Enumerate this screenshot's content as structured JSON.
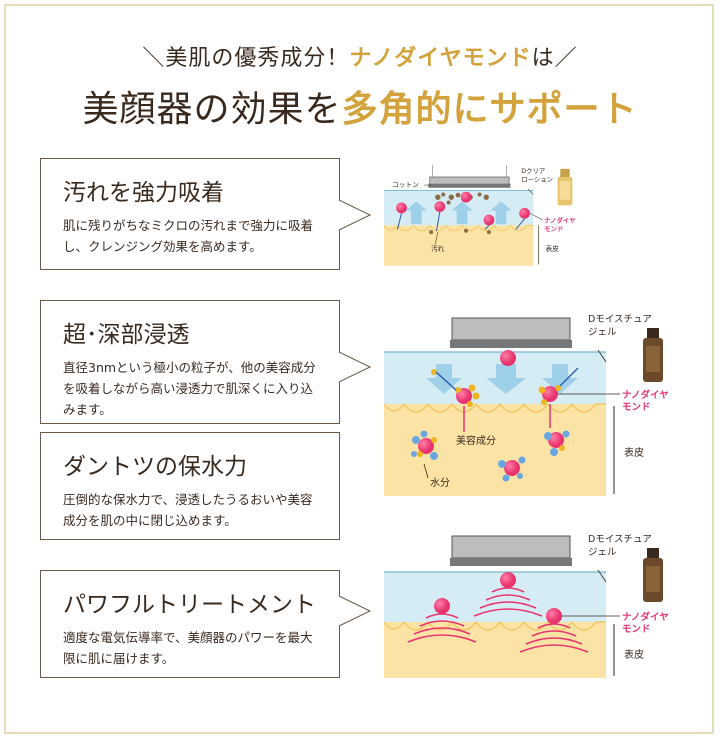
{
  "header": {
    "line1_a": "＼美肌の優秀成分！",
    "line1_b": "ナノダイヤモンド",
    "line1_c": "は／",
    "line2_a": "美顔器の効果を",
    "line2_b": "多角的にサポート"
  },
  "cards": [
    {
      "title": "汚れを強力吸着",
      "text": "肌に残りがちなミクロの汚れまで強力に吸着し、クレンジング効果を高めます。"
    },
    {
      "title": "超･深部浸透",
      "text": "直径3nmという極小の粒子が、他の美容成分を吸着しながら高い浸透力で肌深くに入り込みます。"
    },
    {
      "title": "ダントツの保水力",
      "text": "圧倒的な保水力で、浸透したうるおいや美容成分を肌の中に閉じ込めます。"
    },
    {
      "title": "パワフルトリートメント",
      "text": "適度な電気伝導率で、美顔器のパワーを最大限に肌に届けます。"
    }
  ],
  "panel1": {
    "cotton": "コットン",
    "product": [
      "Dクリア",
      "ローション"
    ],
    "nano": [
      "ナノダイヤ",
      "モンド"
    ],
    "dirt": "汚れ",
    "skin": "表皮"
  },
  "panel2": {
    "product": [
      "Dモイスチュア",
      "ジェル"
    ],
    "nano": [
      "ナノダイヤ",
      "モンド"
    ],
    "beauty": "美容成分",
    "water": "水分",
    "skin": "表皮"
  },
  "panel3": {
    "product": [
      "Dモイスチュア",
      "ジェル"
    ],
    "nano": [
      "ナノダイヤ",
      "モンド"
    ],
    "skin": "表皮"
  },
  "colors": {
    "gold": "#d4a23a",
    "pink": "#e8336f",
    "skin": "#fbe3a6",
    "gel": "#d6ecf4",
    "arrow": "#9fd0ea",
    "brown": "#3a2a1e"
  }
}
